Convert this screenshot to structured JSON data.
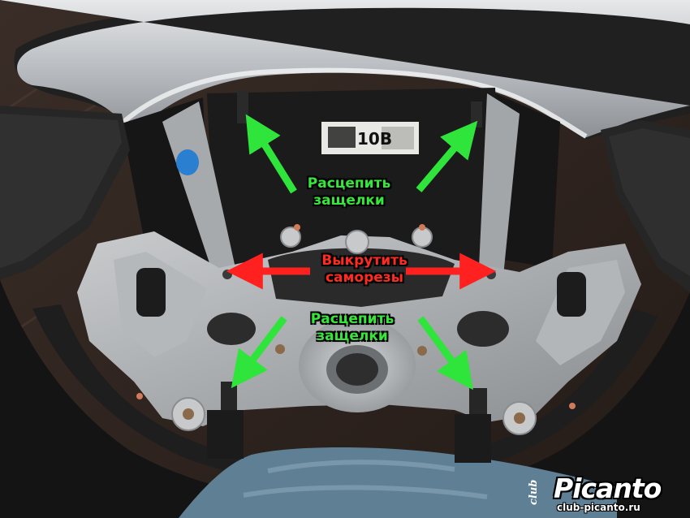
{
  "annotations": {
    "unclip_top": [
      "Расцепить",
      "защелки"
    ],
    "unscrew": [
      "Выкрутить",
      "саморезы"
    ],
    "unclip_bottom": [
      "Расцепить",
      "защелки"
    ]
  },
  "sticker_text": "10B",
  "watermark": {
    "club": "club",
    "brand": "Picanto",
    "url": "club-picanto.ru"
  },
  "colors": {
    "green_arrow": "#2fe43a",
    "red_arrow": "#ff2020",
    "green_text": "#37e63a",
    "red_text": "#ff2a22"
  }
}
